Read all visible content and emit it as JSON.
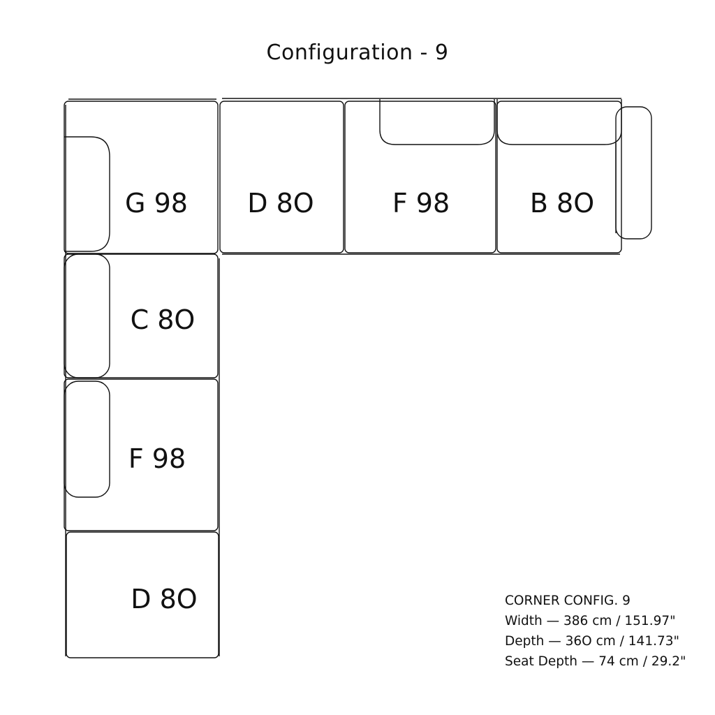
{
  "title": "Configuration - 9",
  "modules": {
    "top_g98": "G 98",
    "top_d80": "D 8O",
    "top_f98": "F 98",
    "top_b80": "B 8O",
    "left_c80": "C 8O",
    "left_f98": "F 98",
    "left_d80": "D 8O"
  },
  "specs": {
    "heading": "CORNER CONFIG. 9",
    "width": "Width — 386 cm / 151.97\"",
    "depth": "Depth — 36O cm / 141.73\"",
    "seat_depth": "Seat Depth — 74 cm / 29.2\""
  },
  "colors": {
    "stroke": "#111111",
    "background": "#ffffff"
  }
}
